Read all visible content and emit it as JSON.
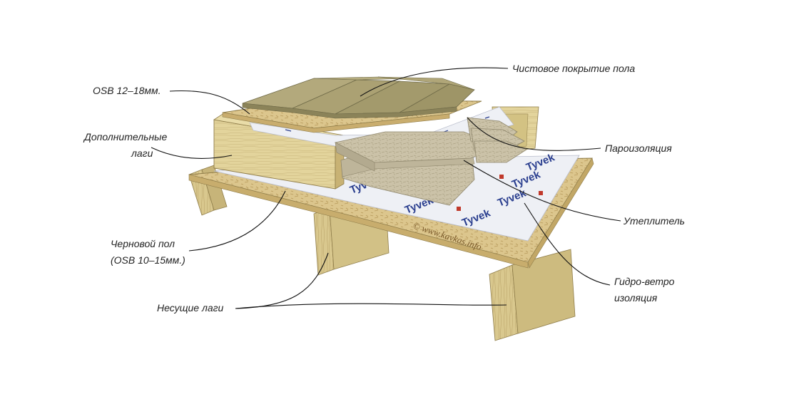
{
  "labels": {
    "finish_floor": "Чистовое покрытие пола",
    "osb_top": "OSB 12–18мм.",
    "extra_joists_1": "Дополнительные",
    "extra_joists_2": "лаги",
    "vapor_barrier": "Пароизоляция",
    "insulation": "Утеплитель",
    "subfloor_1": "Черновой пол",
    "subfloor_2": "(OSB 10–15мм.)",
    "wind_water_1": "Гидро-ветро",
    "wind_water_2": "изоляция",
    "bearing_joists": "Несущие лаги"
  },
  "membrane_brand": "Tyvek",
  "watermark": "© www.kavkas.info",
  "colors": {
    "wood_light": "#e6d9a4",
    "wood_mid": "#d7c68a",
    "wood_dark": "#bca66a",
    "osb": "#dcc68d",
    "membrane": "#eef0f5",
    "insulation": "#c9c0a6",
    "insulation_dark": "#a89f86",
    "finish_board": "#a89f72",
    "tyvek_blue": "#2b3f8f",
    "tyvek_red": "#c0392b"
  }
}
